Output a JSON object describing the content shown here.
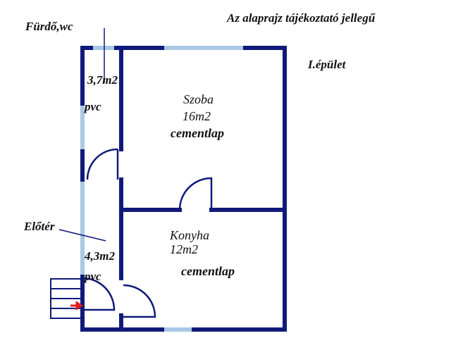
{
  "header": {
    "disclaimer": "Az alaprajz tájékoztató jellegű",
    "building": "I.épület"
  },
  "rooms": {
    "bathroom": {
      "name": "Fürdő,wc",
      "area": "3,7m2",
      "floor": "pvc"
    },
    "hall": {
      "name": "Előtér",
      "area": "4,3m2",
      "floor": "pvc"
    },
    "room": {
      "name": "Szoba",
      "area": "16m2",
      "floor": "cementlap"
    },
    "kitchen": {
      "name": "Konyha",
      "area": "12m2",
      "floor": "cementlap"
    }
  },
  "colors": {
    "wall": "#101a7a",
    "window": "#a9c8e6",
    "door": "#101a7a",
    "entrance_arrow": "#e21b1b",
    "leader_line": "#101a7a"
  }
}
